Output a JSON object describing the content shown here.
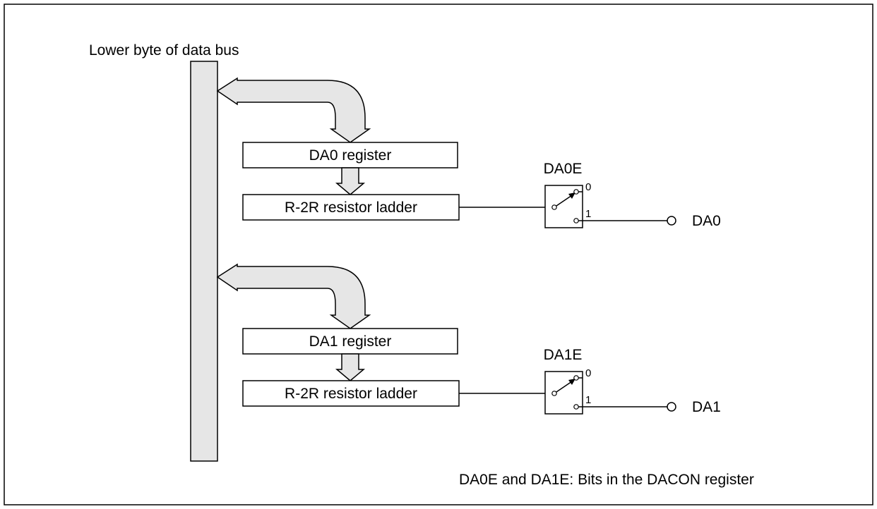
{
  "bus_label": "Lower byte of data bus",
  "channels": [
    {
      "register_label": "DA0 register",
      "ladder_label": "R-2R resistor ladder",
      "switch_label": "DA0E",
      "switch_pos_0": "0",
      "switch_pos_1": "1",
      "output_label": "DA0"
    },
    {
      "register_label": "DA1 register",
      "ladder_label": "R-2R resistor ladder",
      "switch_label": "DA1E",
      "switch_pos_0": "0",
      "switch_pos_1": "1",
      "output_label": "DA1"
    }
  ],
  "footnote": "DA0E and DA1E: Bits in the DACON register",
  "colors": {
    "bus_fill": "#e6e6e6",
    "line": "#000000",
    "background": "#ffffff"
  }
}
